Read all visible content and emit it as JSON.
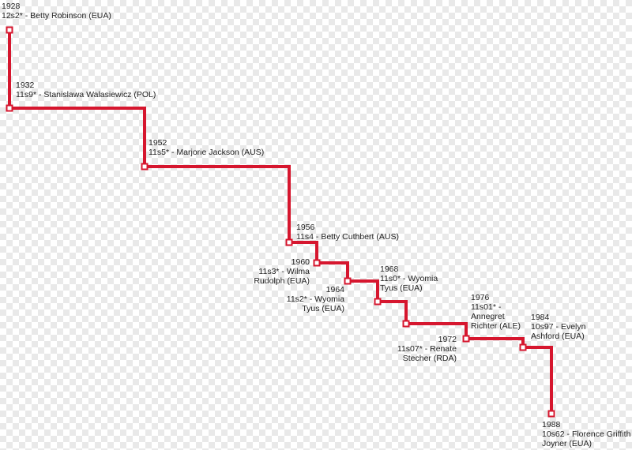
{
  "line_color": "#d6162e",
  "records": [
    {
      "year": "1928",
      "text": [
        "12s2* - Betty Robinson (EUA)"
      ]
    },
    {
      "year": "1932",
      "text": [
        "11s9* - Stanislawa Walasiewicz (POL)"
      ]
    },
    {
      "year": "1952",
      "text": [
        "11s5* - Marjorie Jackson (AUS)"
      ]
    },
    {
      "year": "1956",
      "text": [
        "11s4 - Betty Cuthbert (AUS)"
      ]
    },
    {
      "year": "1960",
      "text": [
        "11s3* - Wilma",
        "Rudolph (EUA)"
      ]
    },
    {
      "year": "1964",
      "text": [
        "11s2* - Wyomia",
        "Tyus (EUA)"
      ]
    },
    {
      "year": "1968",
      "text": [
        "11s0* - Wyomia",
        "Tyus (EUA)"
      ]
    },
    {
      "year": "1972",
      "text": [
        "11s07* - Renate",
        "Stecher (RDA)"
      ]
    },
    {
      "year": "1976",
      "text": [
        "11s01* -",
        "Annegret",
        "Richter (ALE)"
      ]
    },
    {
      "year": "1984",
      "text": [
        "10s97 - Evelyn",
        "Ashford (EUA)"
      ]
    },
    {
      "year": "1988",
      "text": [
        "10s62 - Florence Griffith",
        "Joyner (EUA)"
      ]
    }
  ]
}
